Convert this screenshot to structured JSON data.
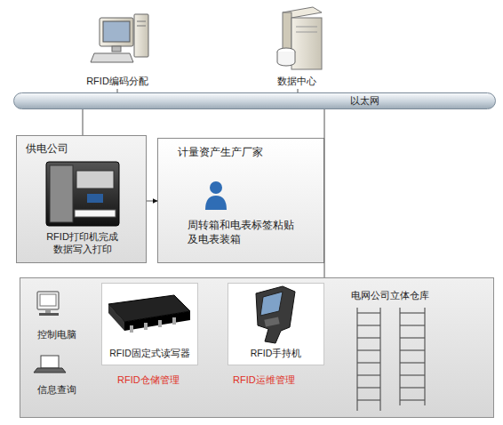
{
  "diagram": {
    "nodes": [
      {
        "text": [
          "RFID编码分配"
        ]
      },
      {
        "text": [
          "数据中心"
        ]
      },
      {
        "text": [
          "以太网"
        ]
      },
      {
        "text": [
          "供电公司",
          "RFID打印机完成数据写入打印"
        ]
      },
      {
        "text": [
          "计量资产生产厂家",
          "周转箱和电表标签粘贴及电表装箱"
        ]
      },
      {
        "text": [
          "电网公司立体仓库"
        ]
      },
      {
        "text": [
          "控制电脑"
        ],
        "in": 5
      },
      {
        "text": [
          "信息查询"
        ],
        "in": 5
      },
      {
        "text": [
          "RFID固定式读写器"
        ],
        "in": 5
      },
      {
        "text": [
          "RFID手持机"
        ],
        "in": 5
      }
    ],
    "edges": [
      {
        "from": 0,
        "to": 2,
        "arrow": "none"
      },
      {
        "from": 1,
        "to": 2,
        "arrow": "none"
      },
      {
        "from": 2,
        "to": 3,
        "arrow": "none"
      },
      {
        "from": 3,
        "to": 4,
        "arrow": "to"
      },
      {
        "from": 2,
        "to": 5,
        "arrow": "none"
      }
    ],
    "labels": [
      "RFID仓储管理",
      "RFID运维管理"
    ]
  }
}
